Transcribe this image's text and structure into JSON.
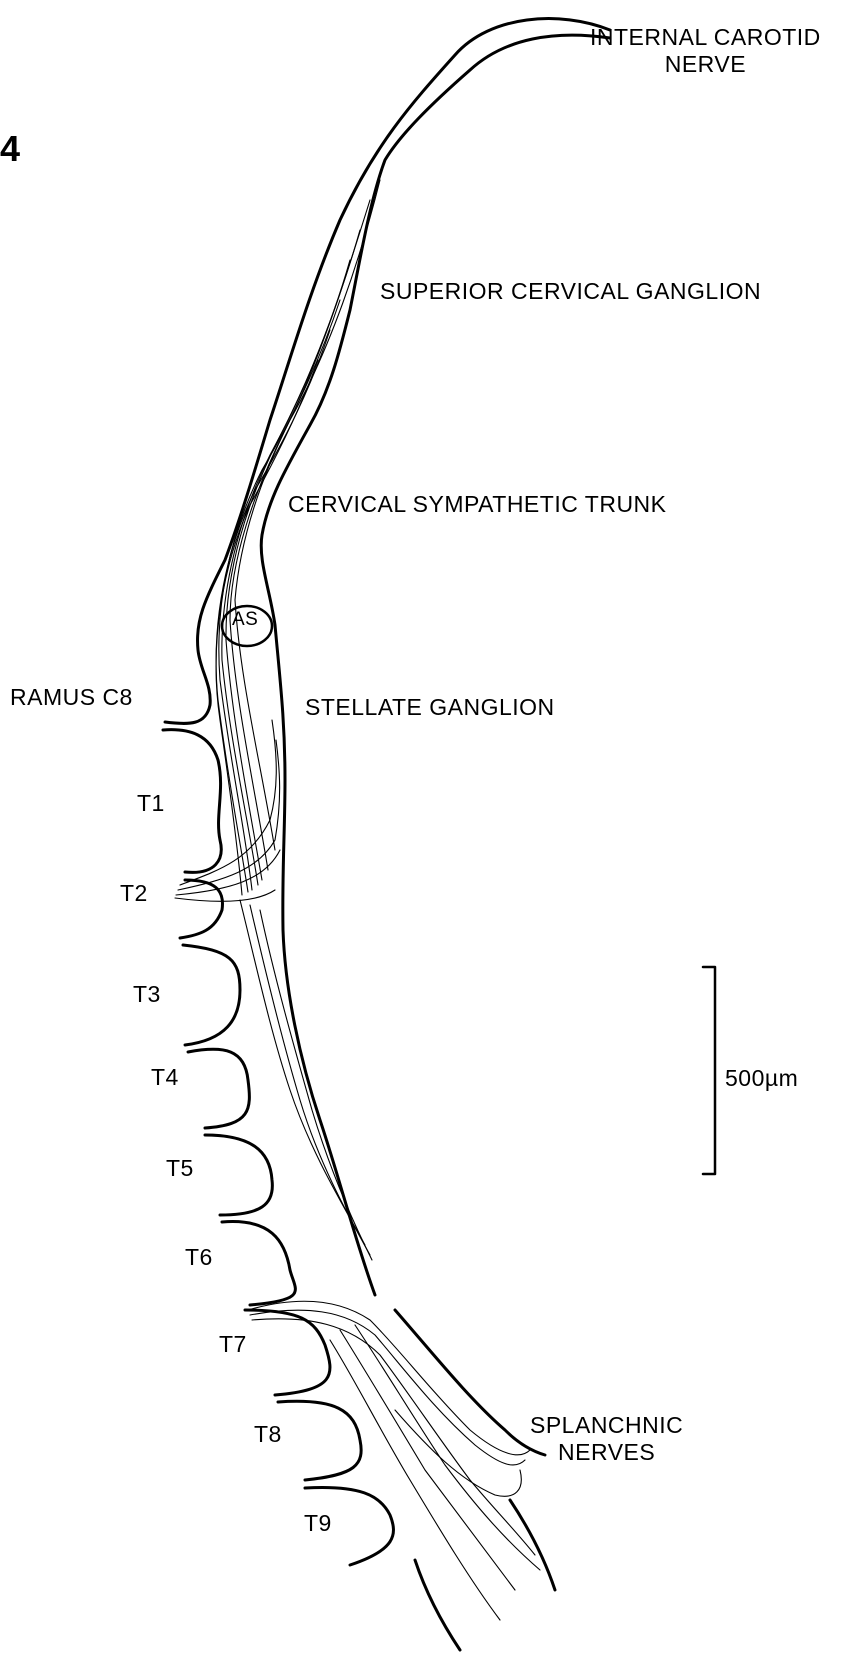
{
  "figure": {
    "number": "4",
    "labels": {
      "internal_carotid_line1": "INTERNAL CAROTID",
      "internal_carotid_line2": "NERVE",
      "superior_cervical_ganglion": "SUPERIOR CERVICAL GANGLION",
      "cervical_sympathetic_trunk": "CERVICAL SYMPATHETIC TRUNK",
      "accessory": "AS",
      "stellate_ganglion": "STELLATE GANGLION",
      "ramus_c8": "RAMUS C8",
      "splanchnic_line1": "SPLANCHNIC",
      "splanchnic_line2": "NERVES"
    },
    "rami": [
      "T1",
      "T2",
      "T3",
      "T4",
      "T5",
      "T6",
      "T7",
      "T8",
      "T9"
    ],
    "scale_bar": {
      "label": "500µm"
    },
    "colors": {
      "ink": "#000000",
      "background": "#ffffff"
    }
  }
}
